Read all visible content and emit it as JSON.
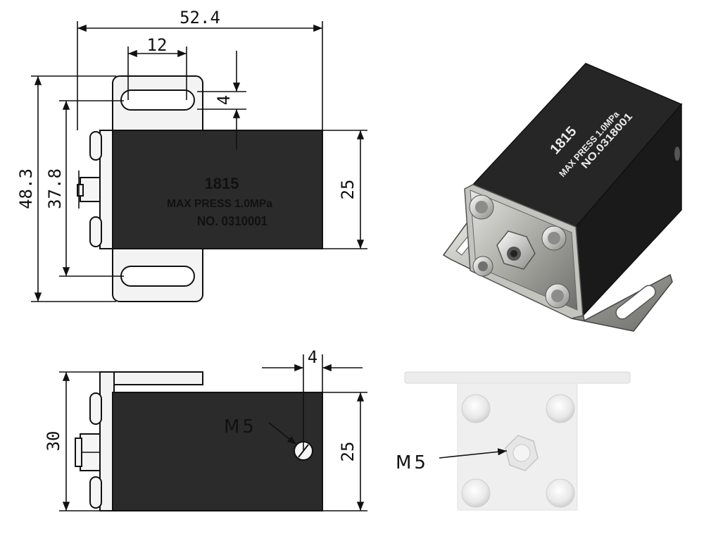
{
  "dimensions": {
    "overall_length": "52.4",
    "slot_width": "12",
    "slot_offset": "4",
    "overall_height": "48.3",
    "slot_pitch": "37.8",
    "body_height_top": "25",
    "side_height": "30",
    "body_height_side": "25",
    "port_offset": "4"
  },
  "body_marking": {
    "model": "1815",
    "max_press": "MAX PRESS 1.0MPa",
    "serial": "NO. 0310001"
  },
  "iso_marking": {
    "model": "1815",
    "max_press": "MAX PRESS 1.0MPa",
    "serial": "NO.0318001"
  },
  "port_callouts": {
    "side_view": "M5",
    "end_view": "M5"
  },
  "colors": {
    "body": "#2b2b2b",
    "plate": "#f3f3f3",
    "metal": "#b9b9b4",
    "line": "#111111"
  }
}
